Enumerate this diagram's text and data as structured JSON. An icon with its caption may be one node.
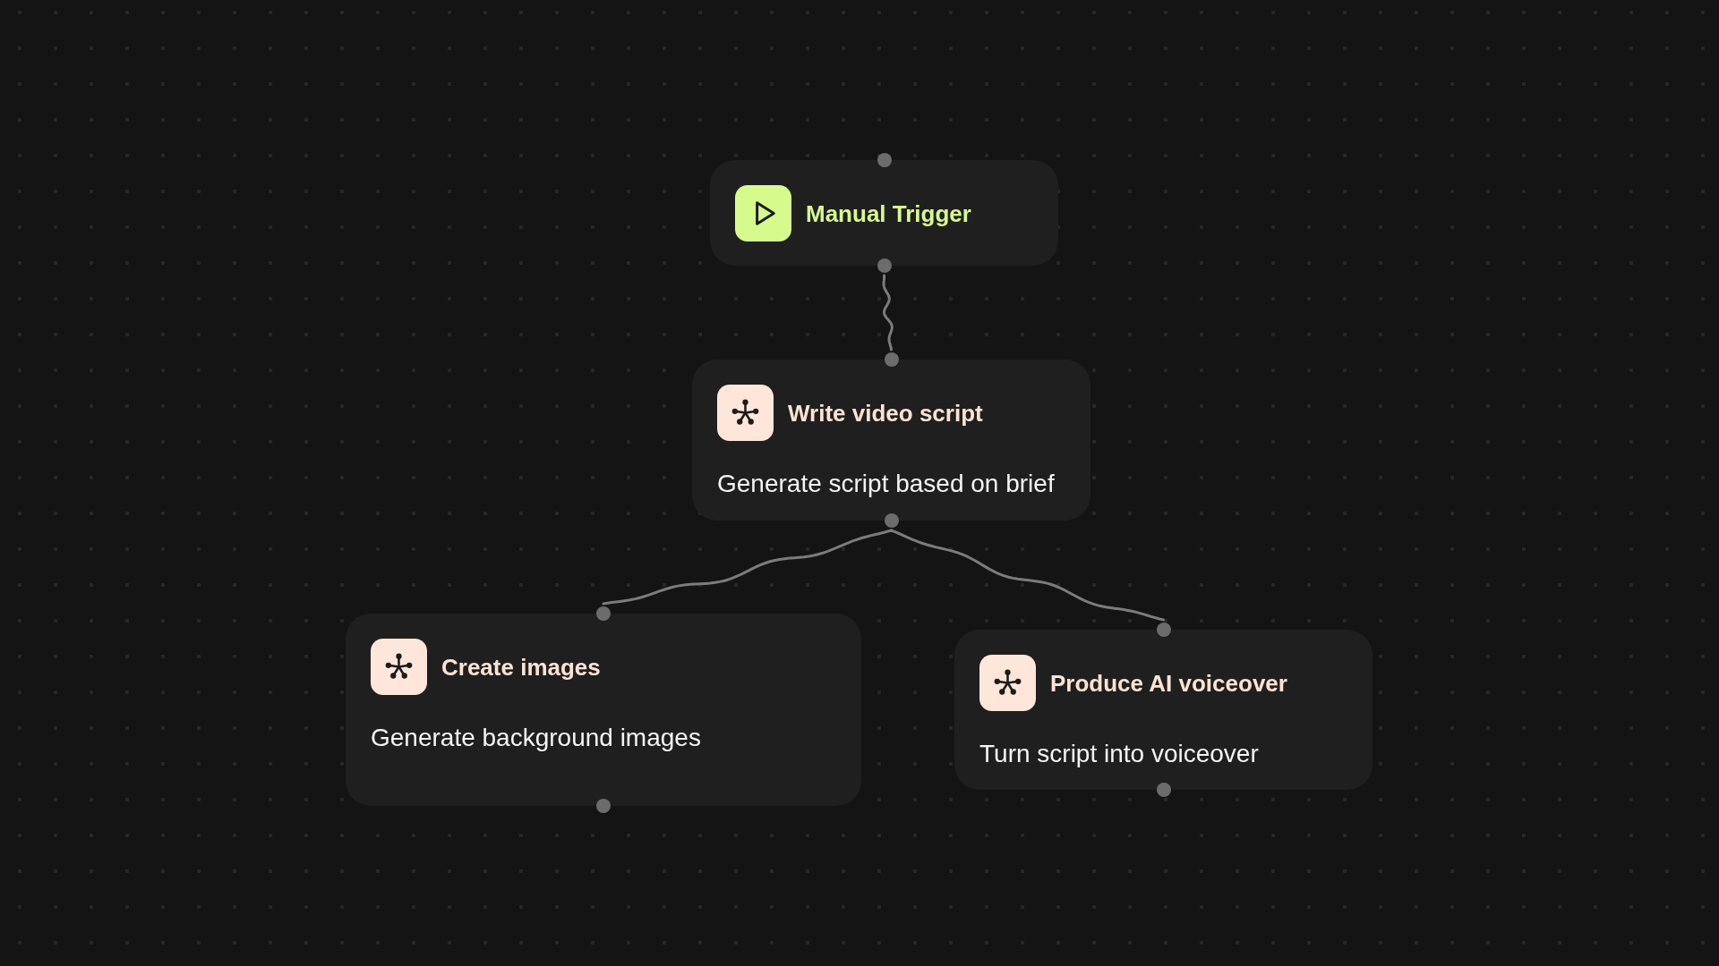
{
  "diagram": {
    "nodes": [
      {
        "text": [
          "Manual Trigger"
        ]
      },
      {
        "text": [
          "Write video script",
          "Generate script based on brief"
        ]
      },
      {
        "text": [
          "Create images",
          "Generate background images"
        ]
      },
      {
        "text": [
          "Produce AI voiceover",
          "Turn script into voiceover"
        ]
      }
    ],
    "edges": [
      {
        "from": 0,
        "to": 1,
        "arrow": "none"
      },
      {
        "from": 1,
        "to": 2,
        "arrow": "none"
      },
      {
        "from": 1,
        "to": 3,
        "arrow": "none"
      }
    ]
  }
}
